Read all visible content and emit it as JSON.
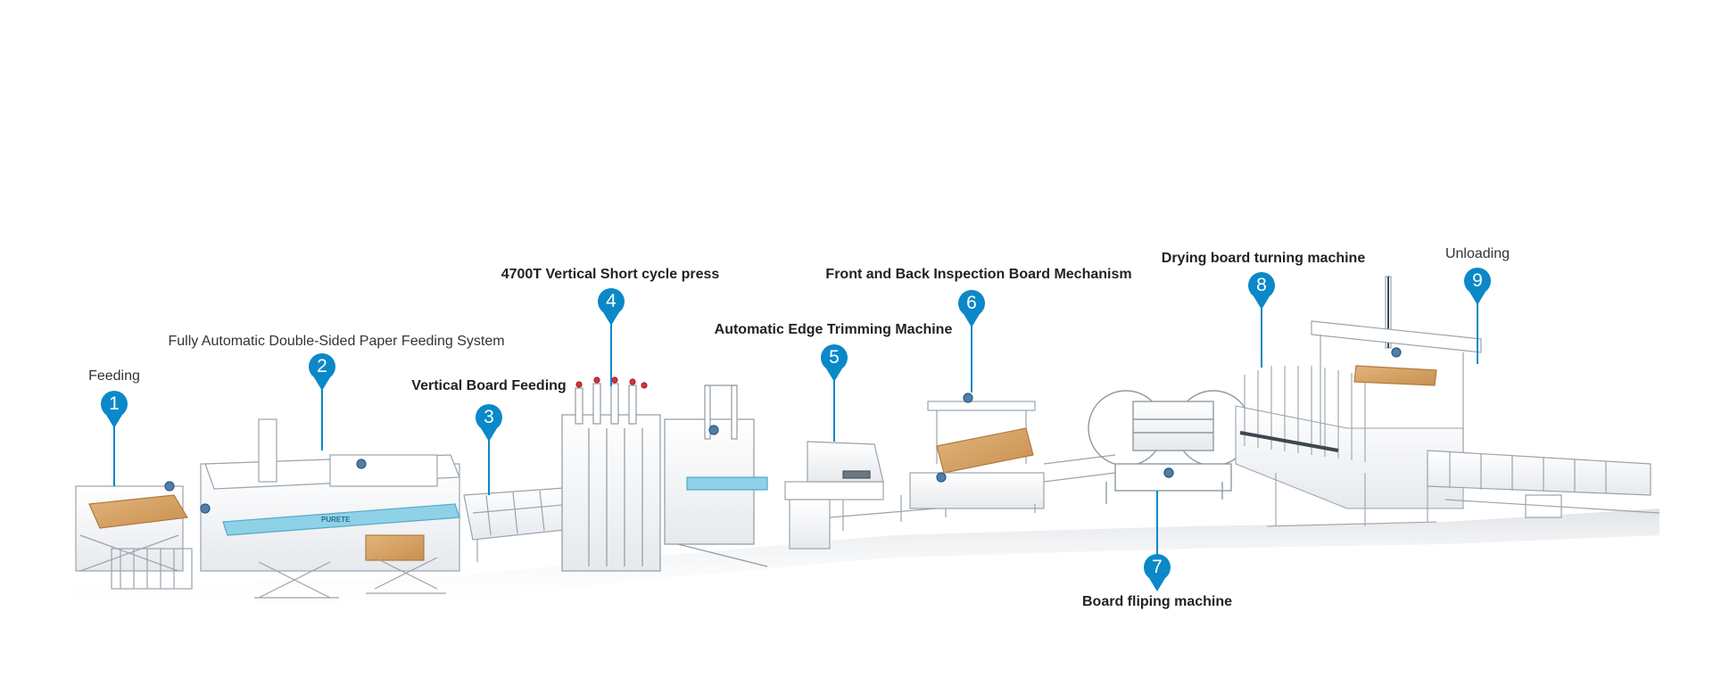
{
  "diagram": {
    "accent_color": "#0b88c8",
    "callouts": [
      {
        "number": "1",
        "label": "Feeding"
      },
      {
        "number": "2",
        "label": "Fully Automatic Double-Sided Paper Feeding System"
      },
      {
        "number": "3",
        "label": "Vertical Board Feeding"
      },
      {
        "number": "4",
        "label": "4700T Vertical Short cycle press"
      },
      {
        "number": "5",
        "label": "Automatic Edge Trimming Machine"
      },
      {
        "number": "6",
        "label": "Front and Back Inspection Board Mechanism"
      },
      {
        "number": "7",
        "label": "Board fliping machine"
      },
      {
        "number": "8",
        "label": "Drying board turning machine"
      },
      {
        "number": "9",
        "label": "Unloading"
      }
    ]
  }
}
